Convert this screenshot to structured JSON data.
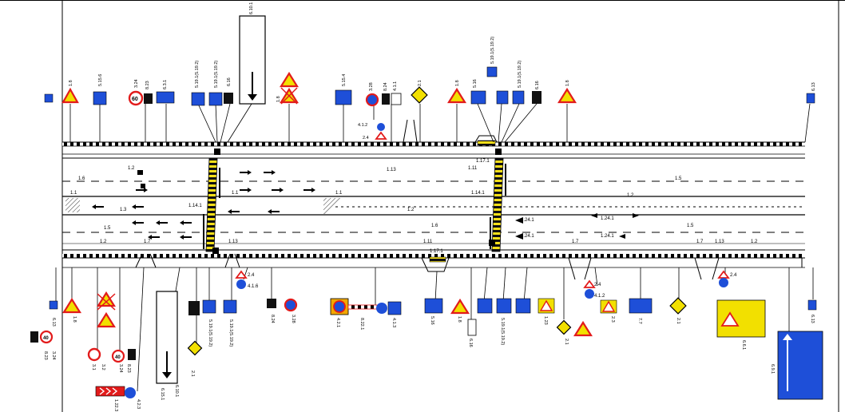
{
  "labels": {
    "kerb_top": "1.2",
    "lane_a_top": "1.6",
    "lane_a_top_right": "1.5",
    "solid_left": "1.1",
    "solid_mid_a": "1.1",
    "solid_mid_b": "1.1",
    "solid_right": "1.2",
    "lane_mid_left": "1.3",
    "lane_mid_right": "1.2",
    "lane_b_left": "1.5",
    "lane_b_mid": "1.6",
    "lane_b_right": "1.5",
    "kerb_bottom": "1.2",
    "kerb_bottom_right": "1.2",
    "arrow_a": "1.24.1",
    "arrow_b": "1.24.1",
    "arrow_c": "1.24.1",
    "arrow_d": "1.24.1",
    "crossing_top": "1.17.1",
    "crossing_bottom": "1.17.1",
    "zebra_a": "1.14.1",
    "zebra_b": "1.14.1",
    "stop_a": "1.13",
    "stop_b": "1.13",
    "stop_c": "1.13",
    "stop_d": "1.11",
    "stop_e": "1.11",
    "div_a": "1.7",
    "div_b": "1.7",
    "div_c": "1.7"
  },
  "signs_top": [
    {
      "code": "1.8"
    },
    {
      "code": "5.15.6"
    },
    {
      "code": "3.24"
    },
    {
      "code": "8.23"
    },
    {
      "code": "6.3.1"
    },
    {
      "code": "5.19.1(5.19.2)"
    },
    {
      "code": "5.19.1(5.19.2)"
    },
    {
      "code": "6.16"
    },
    {
      "code": "6.10.1"
    },
    {
      "code": "1.8"
    },
    {
      "code": "5.15.4"
    },
    {
      "code": "3.28"
    },
    {
      "code": "8.24"
    },
    {
      "code": "4.1.1"
    },
    {
      "code": "2.1"
    },
    {
      "code": "1.8"
    },
    {
      "code": "5.16"
    },
    {
      "code": "5.19.1(5.19.2)"
    },
    {
      "code": "5.19.1(5.19.2)"
    },
    {
      "code": "6.16"
    },
    {
      "code": "1.8"
    },
    {
      "code": "6.13"
    },
    {
      "code": "4.1.2"
    },
    {
      "code": "2.4"
    }
  ],
  "signs_bottom": [
    {
      "code": "6.13"
    },
    {
      "code": "3.24"
    },
    {
      "code": "8.23"
    },
    {
      "code": "1.8"
    },
    {
      "code": "3.1"
    },
    {
      "code": "3.2"
    },
    {
      "code": "3.24"
    },
    {
      "code": "8.23"
    },
    {
      "code": "1.22.3"
    },
    {
      "code": "4.2.3"
    },
    {
      "code": "6.10.1"
    },
    {
      "code": "6.15.1"
    },
    {
      "code": "2.1"
    },
    {
      "code": "5.19.1(5.19.2)"
    },
    {
      "code": "5.19.1(5.19.2)"
    },
    {
      "code": "4.1.6"
    },
    {
      "code": "2.4"
    },
    {
      "code": "3.28"
    },
    {
      "code": "8.24"
    },
    {
      "code": "8.22.1"
    },
    {
      "code": "4.2.1"
    },
    {
      "code": "4.1.3"
    },
    {
      "code": "5.16"
    },
    {
      "code": "1.8"
    },
    {
      "code": "6.16"
    },
    {
      "code": "5.19.1(5.19.2)"
    },
    {
      "code": "1.23"
    },
    {
      "code": "2.1"
    },
    {
      "code": "2.4"
    },
    {
      "code": "4.1.2"
    },
    {
      "code": "2.3"
    },
    {
      "code": "7.7"
    },
    {
      "code": "2.1"
    },
    {
      "code": "2.4"
    },
    {
      "code": "6.6.1"
    },
    {
      "code": "6.9.1"
    },
    {
      "code": "6.13"
    }
  ],
  "big_sign": {
    "code": "6.9.1"
  },
  "colors": {
    "sign_blue": "#1e4fd8",
    "sign_red": "#e21b1b",
    "sign_yellow": "#f2e000",
    "ladder_yellow": "#f7e01a",
    "line_black": "#000000"
  }
}
